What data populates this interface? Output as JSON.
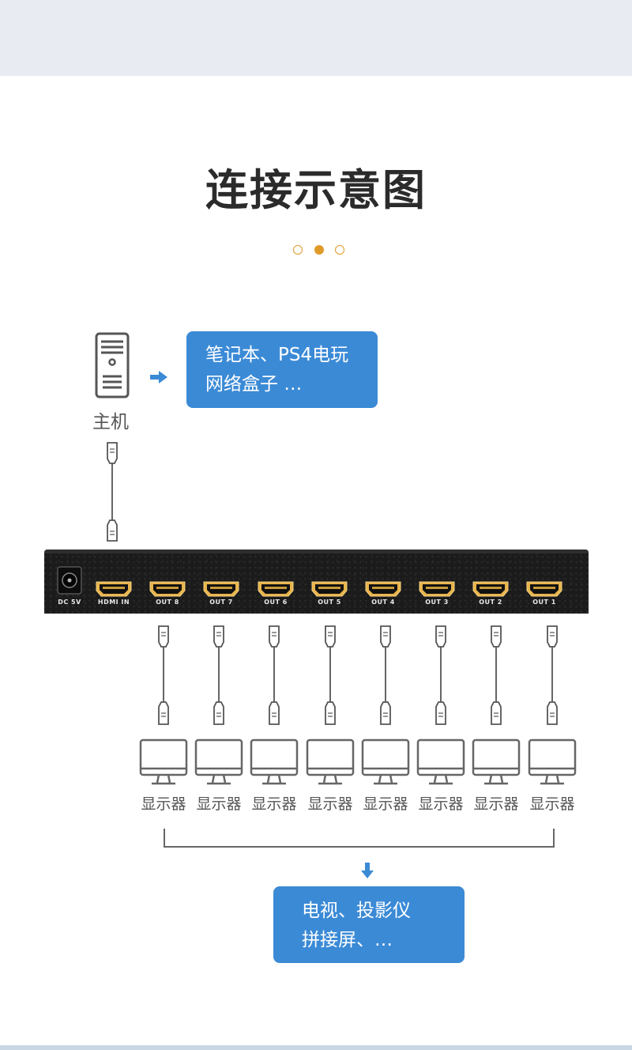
{
  "heading": {
    "title": "连接示意图"
  },
  "source": {
    "host_label": "主机",
    "devices_box": {
      "line1": "笔记本、PS4电玩",
      "line2": "网络盒子 …"
    }
  },
  "splitter": {
    "ports": [
      "DC 5V",
      "HDMI IN",
      "OUT 8",
      "OUT 7",
      "OUT 6",
      "OUT 5",
      "OUT 4",
      "OUT 3",
      "OUT 2",
      "OUT 1"
    ]
  },
  "displays": {
    "labels": [
      "显示器",
      "显示器",
      "显示器",
      "显示器",
      "显示器",
      "显示器",
      "显示器",
      "显示器"
    ],
    "targets_box": {
      "line1": "电视、投影仪",
      "line2": "拼接屏、…"
    }
  },
  "colors": {
    "accent": "#3b8ad6",
    "dot": "#e09a2a",
    "band": "#e8ebf2",
    "device": "#1b1b1b",
    "port": "#d9a441"
  }
}
